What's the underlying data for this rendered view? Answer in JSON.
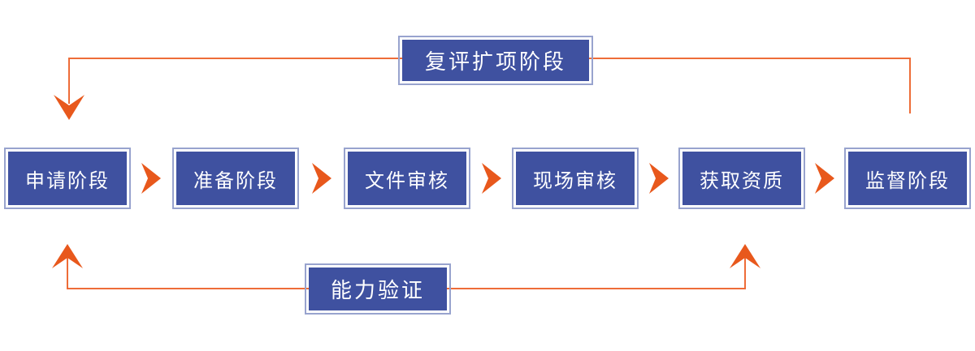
{
  "diagram": {
    "stages": [
      {
        "label": "申请阶段"
      },
      {
        "label": "准备阶段"
      },
      {
        "label": "文件审核"
      },
      {
        "label": "现场审核"
      },
      {
        "label": "获取资质"
      },
      {
        "label": "监督阶段"
      }
    ],
    "top_loop": {
      "label": "复评扩项阶段"
    },
    "bottom_loop": {
      "label": "能力验证"
    },
    "icons": {
      "flow_arrow": "chevron-right",
      "top_loop_end": "arrow-down",
      "bottom_loop_ends": "arrow-up"
    },
    "colors": {
      "box_fill": "#3f51a0",
      "box_outline": "#98a3ce",
      "arrow_orange": "#e8581c",
      "line_orange": "#ee6c38",
      "text": "#ffffff"
    }
  }
}
